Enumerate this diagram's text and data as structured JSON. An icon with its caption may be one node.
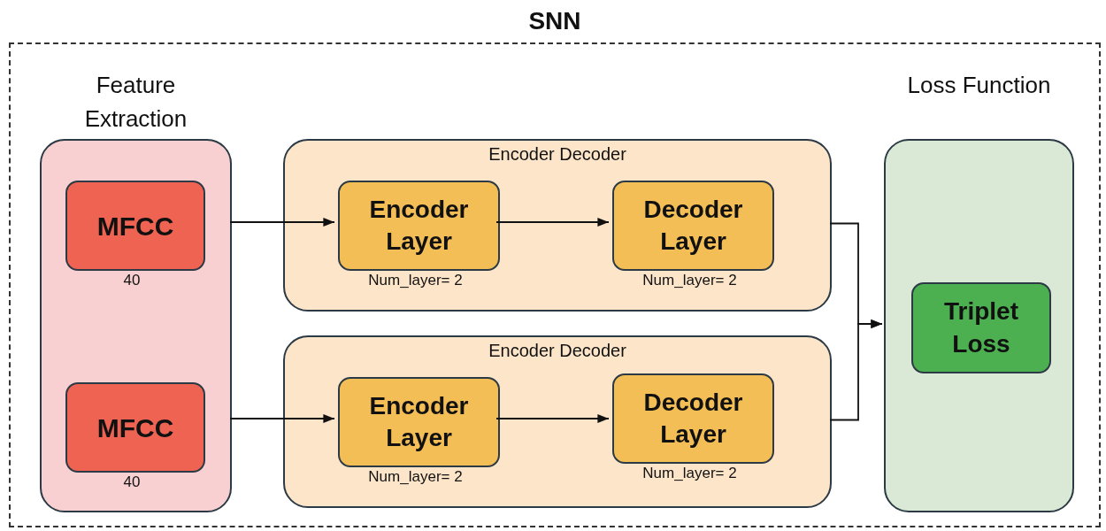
{
  "diagram": {
    "nodes": [
      {
        "text": [
          "SNN"
        ]
      },
      {
        "text": [
          "Feature Extraction"
        ],
        "in": 0
      },
      {
        "text": [
          "MFCC"
        ],
        "in": 1,
        "beside": [
          "40"
        ]
      },
      {
        "text": [
          "MFCC"
        ],
        "in": 1,
        "beside": [
          "40"
        ]
      },
      {
        "text": [
          "Encoder Decoder"
        ],
        "in": 0
      },
      {
        "text": [
          "Encoder Layer"
        ],
        "in": 4,
        "beside": [
          "Num_layer= 2"
        ]
      },
      {
        "text": [
          "Decoder Layer"
        ],
        "in": 4,
        "beside": [
          "Num_layer= 2"
        ]
      },
      {
        "text": [
          "Encoder Decoder"
        ],
        "in": 0
      },
      {
        "text": [
          "Encoder Layer"
        ],
        "in": 7,
        "beside": [
          "Num_layer= 2"
        ]
      },
      {
        "text": [
          "Decoder Layer"
        ],
        "in": 7,
        "beside": [
          "Num_layer= 2"
        ]
      },
      {
        "text": [
          "Loss Function"
        ],
        "in": 0
      },
      {
        "text": [
          "Triplet Loss"
        ],
        "in": 10
      }
    ],
    "edges": [
      {
        "from": 1,
        "to": 5,
        "arrow": "to"
      },
      {
        "from": 5,
        "to": 6,
        "arrow": "to"
      },
      {
        "from": 1,
        "to": 8,
        "arrow": "to"
      },
      {
        "from": 8,
        "to": 9,
        "arrow": "to"
      },
      {
        "from": 4,
        "to": 10,
        "arrow": "to"
      },
      {
        "from": 7,
        "to": 10,
        "arrow": "to"
      }
    ]
  }
}
